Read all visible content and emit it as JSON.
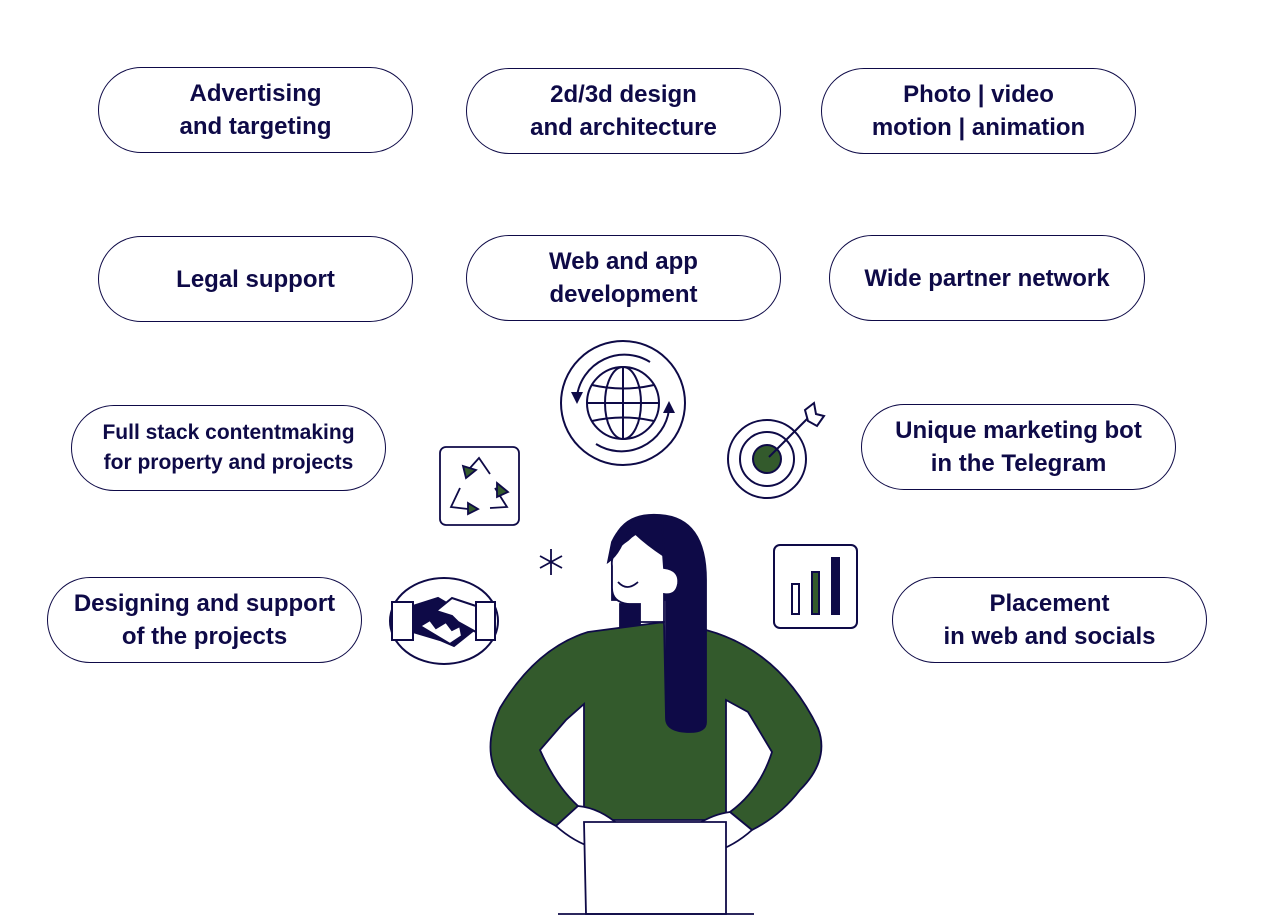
{
  "colors": {
    "ink": "#0e0a47",
    "green": "#335a2c",
    "paper": "#ffffff"
  },
  "services": [
    {
      "lines": [
        "Advertising",
        "and targeting"
      ]
    },
    {
      "lines": [
        "2d/3d design",
        "and architecture"
      ]
    },
    {
      "lines": [
        "Photo | video",
        "motion | animation"
      ]
    },
    {
      "lines": [
        "Legal support"
      ]
    },
    {
      "lines": [
        "Web and app",
        "development"
      ]
    },
    {
      "lines": [
        "Wide partner network"
      ]
    },
    {
      "lines": [
        "Full stack contentmaking",
        "for property and projects"
      ]
    },
    {
      "lines": [
        "Unique marketing bot",
        "in the Telegram"
      ]
    },
    {
      "lines": [
        "Designing and support",
        "of the projects"
      ]
    },
    {
      "lines": [
        "Placement",
        "in web and socials"
      ]
    }
  ],
  "icons": [
    "globe-icon",
    "recycle-icon",
    "target-icon",
    "handshake-icon",
    "bar-chart-icon",
    "sparkle-icon"
  ]
}
